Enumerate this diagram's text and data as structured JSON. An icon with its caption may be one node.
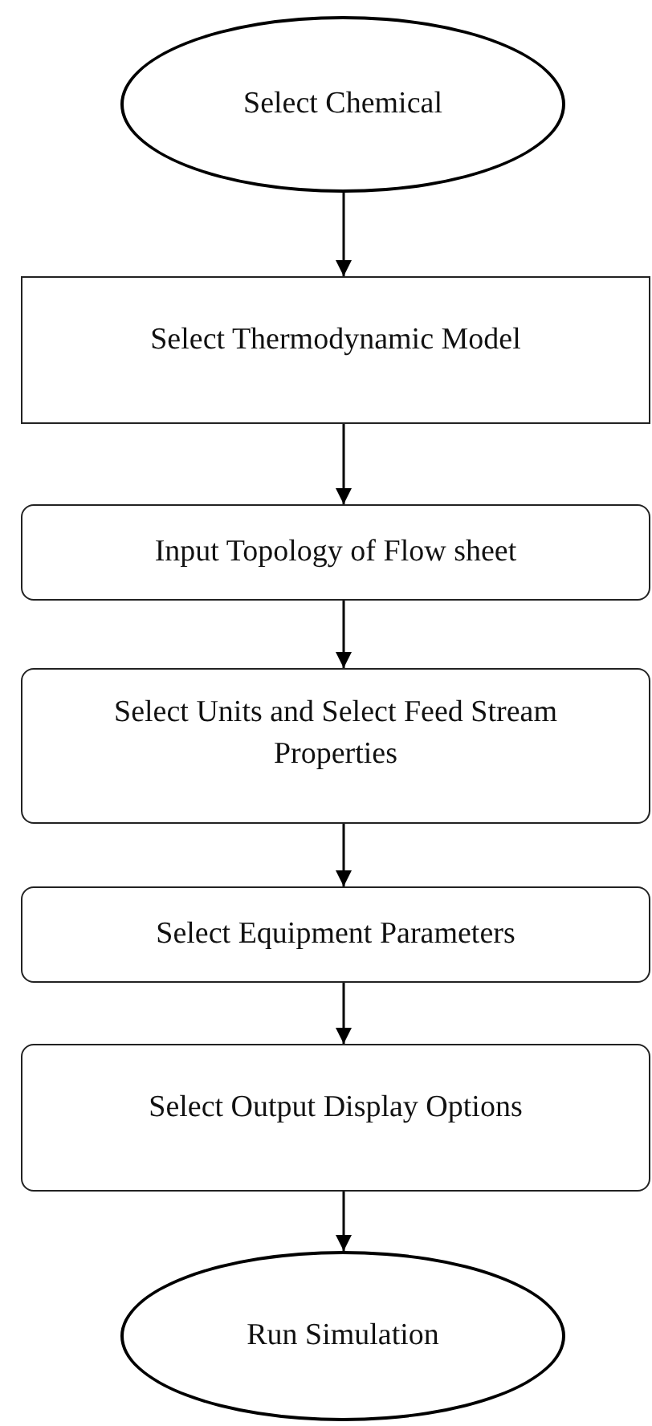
{
  "diagram": {
    "nodes": [
      {
        "text": [
          "Select Chemical"
        ]
      },
      {
        "text": [
          "Select Thermodynamic Model"
        ]
      },
      {
        "text": [
          "Input Topology of Flow sheet"
        ]
      },
      {
        "text": [
          "Select Units and Select Feed Stream Properties"
        ]
      },
      {
        "text": [
          "Select Equipment Parameters"
        ]
      },
      {
        "text": [
          "Select Output Display Options"
        ]
      },
      {
        "text": [
          "Run Simulation"
        ]
      }
    ],
    "edges": [
      {
        "from": 0,
        "to": 1,
        "arrow": "to"
      },
      {
        "from": 1,
        "to": 2,
        "arrow": "to"
      },
      {
        "from": 2,
        "to": 3,
        "arrow": "to"
      },
      {
        "from": 3,
        "to": 4,
        "arrow": "to"
      },
      {
        "from": 4,
        "to": 5,
        "arrow": "to"
      },
      {
        "from": 5,
        "to": 6,
        "arrow": "to"
      }
    ]
  }
}
